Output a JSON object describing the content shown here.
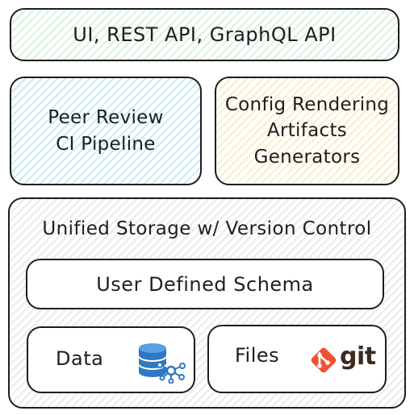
{
  "top": {
    "label": "UI, REST API, GraphQL API"
  },
  "peer_review": {
    "lines": [
      "Peer Review",
      "CI Pipeline"
    ]
  },
  "config": {
    "lines": [
      "Config Rendering",
      "Artifacts",
      "Generators"
    ]
  },
  "storage": {
    "title": "Unified Storage w/ Version Control",
    "schema_label": "User Defined Schema",
    "data_label": "Data",
    "files_label": "Files",
    "git_label": "git"
  },
  "icons": {
    "database": "database-network-icon",
    "git": "git-logo-icon"
  },
  "colors": {
    "green_hatch": "#d6f2dc",
    "cyan_hatch": "#c5ecf1",
    "yellow_hatch": "#f7efc2",
    "grey_hatch": "#ece9e6",
    "db_blue": "#2f78c4",
    "git_orange": "#f05133",
    "git_text": "#3d2b1f"
  }
}
